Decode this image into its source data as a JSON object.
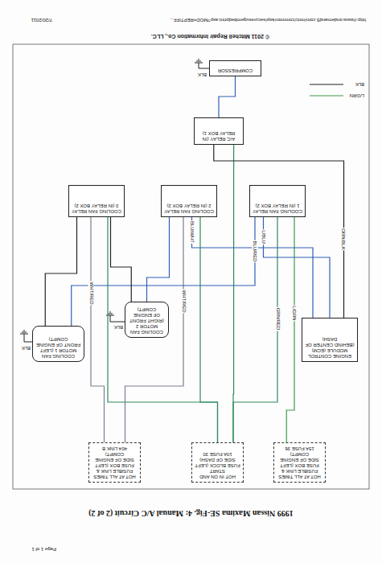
{
  "diagram": {
    "title": "1999 Nissan Maxima SE-Fig. 4: Manual A/C Circuit (2 of 2)",
    "nodes": [
      {
        "text": [
          "HOT AT ALL TIMES",
          "FUSIBLE LINK & FUSE BOX (LEFT SIDE OF ENGINE COMPT)",
          "15A FUSE 36"
        ]
      },
      {
        "text": [
          "HOT IN ON AND START",
          "FUSE BLOCK (LEFT SIDE OF DASH)",
          "10A FUSE 30"
        ]
      },
      {
        "text": [
          "HOT AT ALL TIMES",
          "FUSIBLE LINK & FUSE BOX (LEFT SIDE OF ENGINE COMPT)",
          "40A LINK B"
        ]
      },
      {
        "text": [
          "ENGINE CONTROL MODULE (ECM) (BEHIND CENTER OF DASH)"
        ]
      },
      {
        "text": [
          "COOLING FAN MOTOR 2 (RIGHT FRONT OF ENGINE COMPT)"
        ]
      },
      {
        "text": [
          "COOLING FAN MOTOR 1 (LEFT FRONT OF ENGINE COMPT)"
        ]
      },
      {
        "text": [
          "COOLING FAN RELAY 1 (IN RELAY BOX 2)"
        ]
      },
      {
        "text": [
          "COOLING FAN RELAY 2 (IN RELAY BOX 2)"
        ]
      },
      {
        "text": [
          "COOLING FAN RELAY 3 (IN RELAY BOX 2)"
        ]
      },
      {
        "text": [
          "A/C RELAY (IN RELAY BOX 1)"
        ]
      },
      {
        "text": [
          "COMPRESSOR"
        ]
      }
    ],
    "edges": [
      {
        "from": 0,
        "to": 6,
        "arrow": "none",
        "label": "L/GRN"
      },
      {
        "from": 1,
        "to": 6,
        "arrow": "none",
        "label": "GRN/RED"
      },
      {
        "from": 1,
        "to": 7,
        "arrow": "none"
      },
      {
        "from": 1,
        "to": 8,
        "arrow": "none"
      },
      {
        "from": 1,
        "to": 9,
        "arrow": "none"
      },
      {
        "from": 2,
        "to": 7,
        "arrow": "none",
        "label": "WHT/RED"
      },
      {
        "from": 2,
        "to": 8,
        "arrow": "none",
        "label": "WHT/RED"
      },
      {
        "from": 3,
        "to": 6,
        "arrow": "none",
        "label": "L/BLU"
      },
      {
        "from": 3,
        "to": 7,
        "arrow": "none",
        "label": "BLU/WHT"
      },
      {
        "from": 3,
        "to": 9,
        "arrow": "none",
        "label": "ORN/BLK"
      },
      {
        "from": 6,
        "to": 5,
        "arrow": "none",
        "label": "BLU/RED"
      },
      {
        "from": 7,
        "to": 4,
        "arrow": "none"
      },
      {
        "from": 8,
        "to": 5,
        "arrow": "none"
      },
      {
        "from": 8,
        "to": 4,
        "arrow": "none"
      },
      {
        "from": 9,
        "to": 10,
        "arrow": "none"
      }
    ],
    "labels": [
      "Page 1 of 1",
      "© 2011 Mitchell Repair Information Co., LLC.",
      "http://www.ondemand5.com/mric/common/asp/securesvgembedprint.asp?MOD=REPTIFF...",
      "7/20/2011",
      "BLK",
      "BLK",
      "BLK",
      "L/GRN",
      "BLK"
    ]
  }
}
